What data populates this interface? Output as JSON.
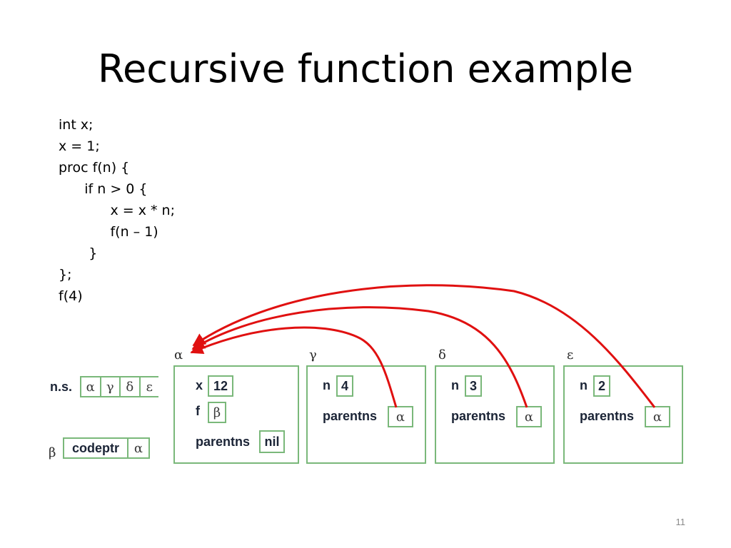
{
  "title": "Recursive function example",
  "code": [
    "int x;",
    "x = 1;",
    "proc f(n) {",
    "      if n > 0 {",
    "            x = x * n;",
    "            f(n – 1)",
    "       }",
    "};",
    "f(4)"
  ],
  "diagram": {
    "ns_label": "n.s.",
    "ns_cells": [
      "α",
      "γ",
      "δ",
      "ε"
    ],
    "beta_label": "β",
    "beta_cells": [
      "codeptr",
      "α"
    ],
    "frames": [
      {
        "name": "α",
        "rows": [
          {
            "label": "x",
            "value": "12"
          },
          {
            "label": "f",
            "value": "β"
          },
          {
            "label": "parentns",
            "value": "nil"
          }
        ]
      },
      {
        "name": "γ",
        "rows": [
          {
            "label": "n",
            "value": "4"
          },
          {
            "label": "parentns",
            "value": "α"
          }
        ]
      },
      {
        "name": "δ",
        "rows": [
          {
            "label": "n",
            "value": "3"
          },
          {
            "label": "parentns",
            "value": "α"
          }
        ]
      },
      {
        "name": "ε",
        "rows": [
          {
            "label": "n",
            "value": "2"
          },
          {
            "label": "parentns",
            "value": "α"
          }
        ]
      }
    ],
    "arrow_color": "#e01010",
    "border_color": "#7ab87a"
  },
  "slide_number": "11"
}
